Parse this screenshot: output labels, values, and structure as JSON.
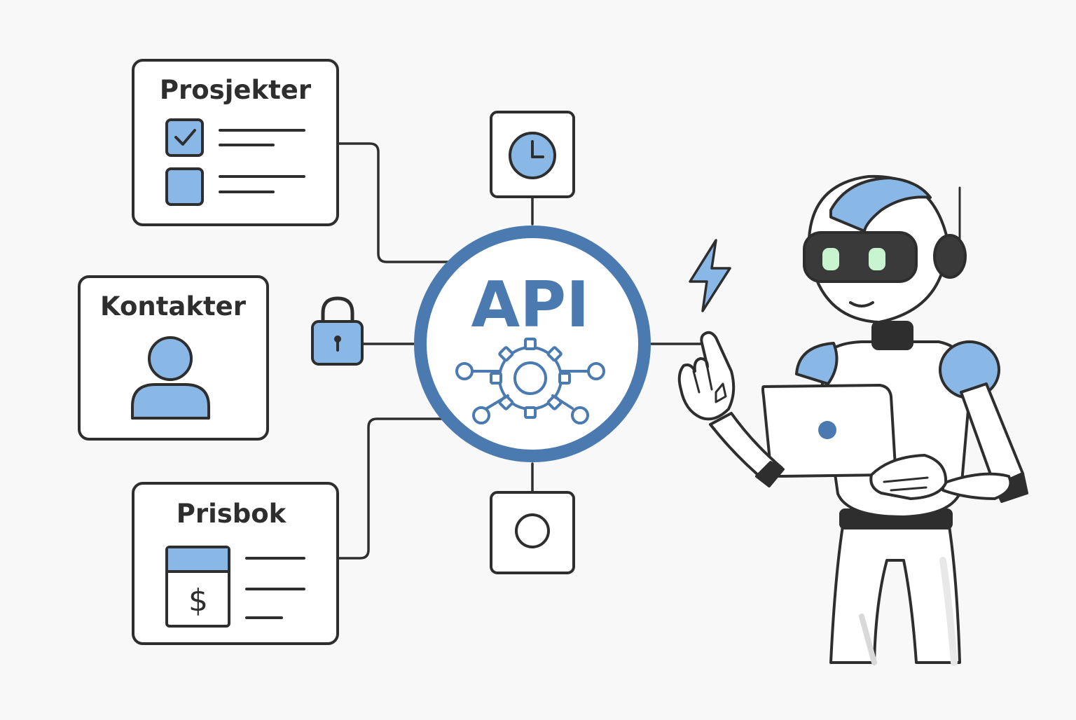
{
  "colors": {
    "background": "#f8f8f8",
    "outline": "#2e2e2e",
    "api_blue": "#4a7ab0",
    "light_blue": "#8ab8e6",
    "card_fill": "#ffffff",
    "visor": "#3a3a3a",
    "eye_green": "#c8f5d0"
  },
  "hub": {
    "label": "API",
    "icon": "gear-network-icon"
  },
  "cards": [
    {
      "id": "projects",
      "title": "Prosjekter",
      "icon": "checklist-icon"
    },
    {
      "id": "contacts",
      "title": "Kontakter",
      "icon": "user-icon"
    },
    {
      "id": "pricebook",
      "title": "Prisbok",
      "icon": "price-sheet-icon"
    }
  ],
  "nodes": [
    {
      "id": "top",
      "icon": "clock-icon"
    },
    {
      "id": "left",
      "icon": "lock-icon"
    },
    {
      "id": "bottom",
      "icon": "circle-icon"
    }
  ],
  "robot": {
    "icons": [
      "lightning-icon",
      "laptop-icon",
      "headset-icon"
    ]
  }
}
